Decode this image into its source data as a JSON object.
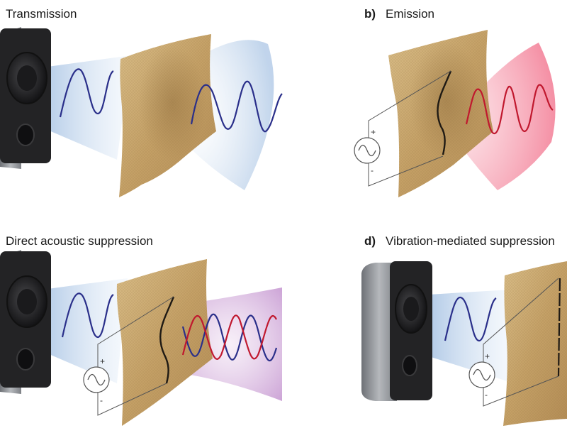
{
  "panels": {
    "a": {
      "letter": "",
      "title": "Transmission"
    },
    "b": {
      "letter": "b)",
      "title": "Emission"
    },
    "c": {
      "letter": "",
      "title": "Direct acoustic suppression"
    },
    "d": {
      "letter": "d)",
      "title": "Vibration-mediated suppression"
    }
  },
  "source": {
    "plus": "+",
    "minus": "-"
  },
  "colors": {
    "speaker_dark": "#2a2a2c",
    "speaker_side": "#8a8d91",
    "fabric": "#c9a770",
    "wave_blue": "#2a2f8a",
    "wave_red": "#c0182e",
    "cone_blue": "#c8dbef",
    "cone_red": "#f5a3b3",
    "cone_purple": "#d4b0dc"
  }
}
